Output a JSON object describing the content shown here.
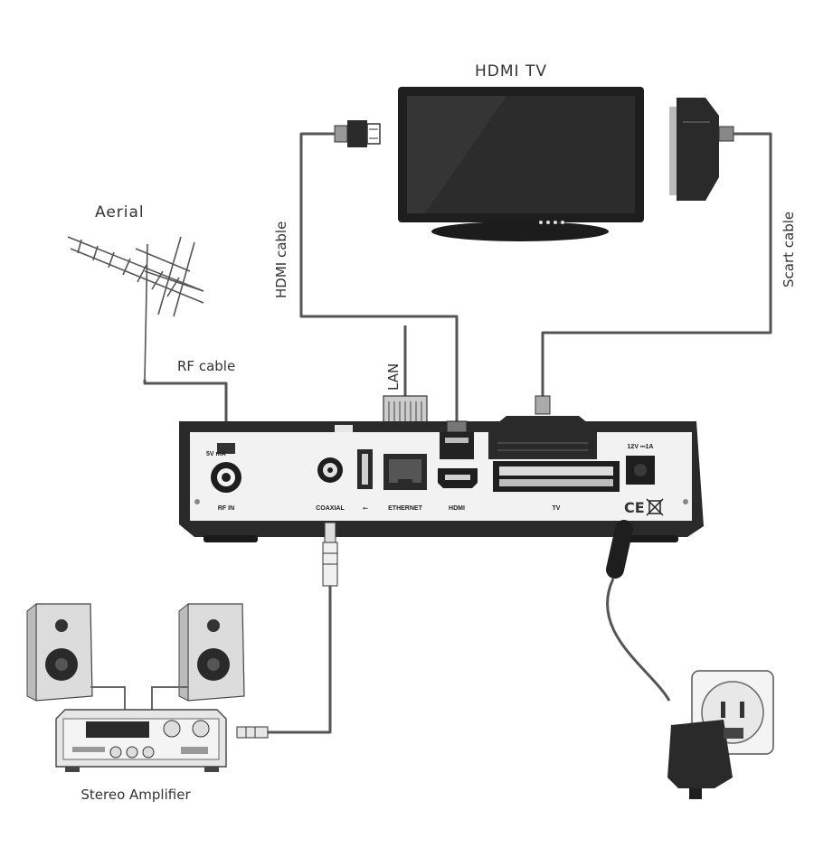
{
  "labels": {
    "hdmi_tv": "HDMI TV",
    "aerial": "Aerial",
    "rf_cable": "RF cable",
    "hdmi_cable": "HDMI cable",
    "scart_cable": "Scart cable",
    "lan": "LAN",
    "stereo_amplifier": "Stereo Amplifier"
  },
  "ports": {
    "rf_in": "RF IN",
    "rf_power": "5V    mA",
    "coaxial": "COAXIAL",
    "usb": "⭠",
    "ethernet": "ETHERNET",
    "hdmi": "HDMI",
    "tv": "TV",
    "power": "12V ⎓1A",
    "ce": "CE"
  },
  "colors": {
    "device_body": "#2a2a2a",
    "panel": "#f2f2f2",
    "cable": "#555555",
    "text": "#333333"
  }
}
